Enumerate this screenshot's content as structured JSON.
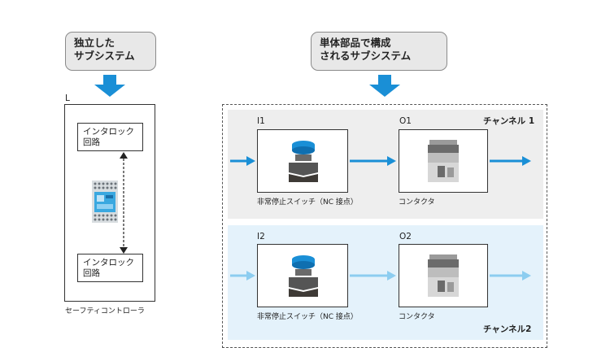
{
  "callouts": {
    "independent": [
      "独立した",
      "サブシステム"
    ],
    "component": [
      "単体部品で構成",
      "されるサブシステム"
    ]
  },
  "left": {
    "label": "L",
    "interlock_top": [
      "インタロック",
      "回路"
    ],
    "interlock_bottom": [
      "インタロック",
      "回路"
    ],
    "caption": "セーフティコントローラ"
  },
  "channel1": {
    "name": "チャンネル 1",
    "input_label": "I1",
    "output_label": "O1",
    "input_caption": "非常停止スイッチ（NC 接点）",
    "output_caption": "コンタクタ"
  },
  "channel2": {
    "name": "チャンネル2",
    "input_label": "I2",
    "output_label": "O2",
    "input_caption": "非常停止スイッチ（NC 接点）",
    "output_caption": "コンタクタ"
  },
  "colors": {
    "arrow_blue": "#1a8fd6",
    "arrow_light": "#8ccdf0",
    "channel1_bg": "#eeeeee",
    "channel2_bg": "#e4f2fb"
  }
}
